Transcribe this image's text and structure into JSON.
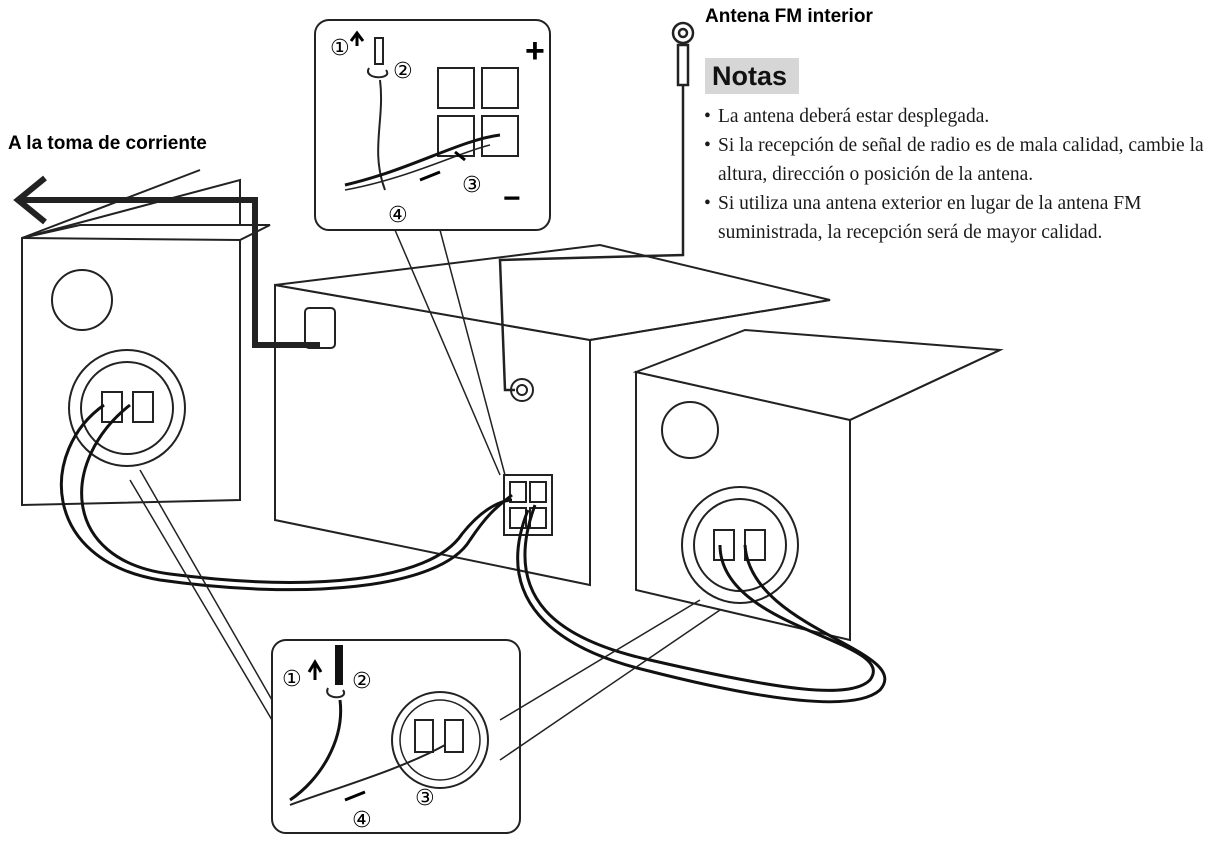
{
  "labels": {
    "power_outlet": "A la toma de corriente",
    "antenna": "Antena FM interior"
  },
  "notes": {
    "title": "Notas",
    "items": [
      "La antena deberá estar desplegada.",
      "Si la recepción de señal de radio es de mala calidad, cambie la altura, dirección o posición de la antena.",
      "Si utiliza una antena exterior en lugar de la antena FM suministrada, la recepción será de mayor calidad."
    ]
  },
  "steps": {
    "one": "①",
    "two": "②",
    "three": "③",
    "four": "④"
  },
  "terminal_signs": {
    "plus": "+",
    "minus": "−"
  }
}
